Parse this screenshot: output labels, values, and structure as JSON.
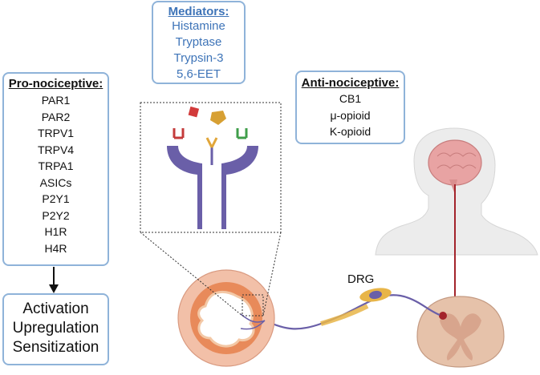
{
  "mediators": {
    "title": "Mediators:",
    "items": [
      "Histamine",
      "Tryptase",
      "Trypsin-3",
      "5,6-EET"
    ]
  },
  "pro_nociceptive": {
    "title": "Pro-nociceptive:",
    "items": [
      "PAR1",
      "PAR2",
      "TRPV1",
      "TRPV4",
      "TRPA1",
      "ASICs",
      "P2Y1",
      "P2Y2",
      "H1R",
      "H4R"
    ]
  },
  "anti_nociceptive": {
    "title": "Anti-nociceptive:",
    "items": [
      "CB1",
      "μ-opioid",
      "K-opioid"
    ]
  },
  "outcome": {
    "items": [
      "Activation",
      "Upregulation",
      "Sensitization"
    ]
  },
  "labels": {
    "drg": "DRG"
  },
  "colors": {
    "box_border": "#8fb3d9",
    "mediator_text": "#3e74b8",
    "neuron": "#6a5fa8",
    "nerve_red": "#a3242b",
    "ganglion": "#e8b548",
    "colon_outer": "#f2c0a8",
    "colon_inner": "#e88a5a",
    "spinal_cord": "#e6c2aa",
    "brain": "#e8a3a3"
  }
}
